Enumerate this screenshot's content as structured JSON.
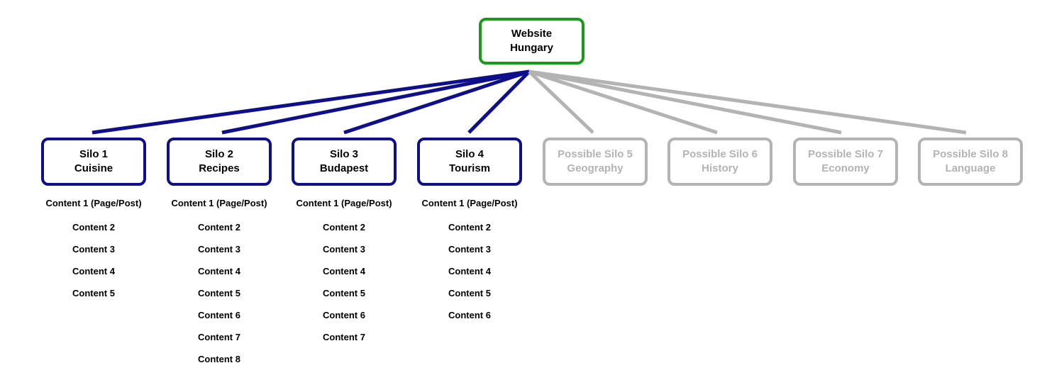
{
  "root": {
    "line1": "Website",
    "line2": "Hungary",
    "border_color": "#1a9a1a"
  },
  "colors": {
    "active": "#0f0f8c",
    "possible": "#b3b3b3",
    "text": "#000000"
  },
  "silos": [
    {
      "line1": "Silo 1",
      "line2": "Cuisine",
      "status": "active",
      "contents": [
        "Content 1 (Page/Post)",
        "Content 2",
        "Content 3",
        "Content 4",
        "Content 5"
      ]
    },
    {
      "line1": "Silo 2",
      "line2": "Recipes",
      "status": "active",
      "contents": [
        "Content 1 (Page/Post)",
        "Content 2",
        "Content 3",
        "Content 4",
        "Content 5",
        "Content 6",
        "Content 7",
        "Content 8"
      ]
    },
    {
      "line1": "Silo 3",
      "line2": "Budapest",
      "status": "active",
      "contents": [
        "Content 1 (Page/Post)",
        "Content 2",
        "Content 3",
        "Content 4",
        "Content 5",
        "Content 6",
        "Content 7"
      ]
    },
    {
      "line1": "Silo 4",
      "line2": "Tourism",
      "status": "active",
      "contents": [
        "Content 1 (Page/Post)",
        "Content 2",
        "Content 3",
        "Content 4",
        "Content 5",
        "Content 6"
      ]
    },
    {
      "line1": "Possible Silo 5",
      "line2": "Geography",
      "status": "possible",
      "contents": []
    },
    {
      "line1": "Possible Silo 6",
      "line2": "History",
      "status": "possible",
      "contents": []
    },
    {
      "line1": "Possible Silo 7",
      "line2": "Economy",
      "status": "possible",
      "contents": []
    },
    {
      "line1": "Possible Silo 8",
      "line2": "Language",
      "status": "possible",
      "contents": []
    }
  ]
}
